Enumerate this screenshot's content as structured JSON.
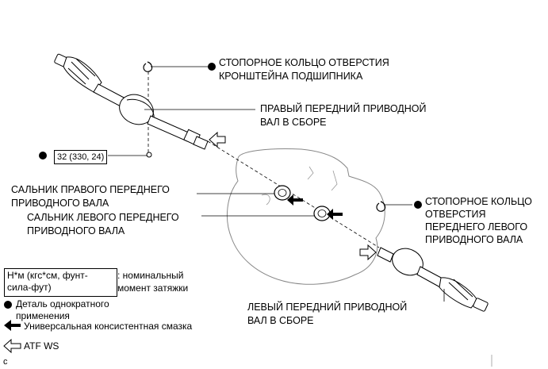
{
  "callouts": {
    "snap_ring_bracket_line1": "СТОПОРНОЕ КОЛЬЦО ОТВЕРСТИЯ",
    "snap_ring_bracket_line2": "КРОНШТЕЙНА ПОДШИПНИКА",
    "right_shaft_line1": "ПРАВЫЙ ПЕРЕДНИЙ ПРИВОДНОЙ",
    "right_shaft_line2": "ВАЛ В СБОРЕ",
    "torque_value": "32 (330, 24)",
    "right_seal_line1": "САЛЬНИК ПРАВОГО ПЕРЕДНЕГО",
    "right_seal_line2": "ПРИВОДНОГО ВАЛА",
    "left_seal_line1": "САЛЬНИК ЛЕВОГО ПЕРЕДНЕГО",
    "left_seal_line2": "ПРИВОДНОГО ВАЛА",
    "snap_ring_left_line1": "СТОПОРНОЕ КОЛЬЦО",
    "snap_ring_left_line2": "ОТВЕРСТИЯ",
    "snap_ring_left_line3": "ПЕРЕДНЕГО ЛЕВОГО",
    "snap_ring_left_line4": "ПРИВОДНОГО ВАЛА",
    "left_shaft_line1": "ЛЕВЫЙ ПЕРЕДНИЙ ПРИВОДНОЙ",
    "left_shaft_line2": "ВАЛ В СБОРЕ"
  },
  "legend": {
    "torque_unit_line1": "Н*м (кгс*см, фунт-",
    "torque_unit_line2": "сила-фут)",
    "torque_desc_line1": ": номинальный",
    "torque_desc_line2": "момент затяжки",
    "non_reusable_line1": "Деталь однократного",
    "non_reusable_line2": "применения",
    "grease": "Универсальная консистентная смазка",
    "atf": "ATF WS"
  },
  "corner_mark": "c"
}
